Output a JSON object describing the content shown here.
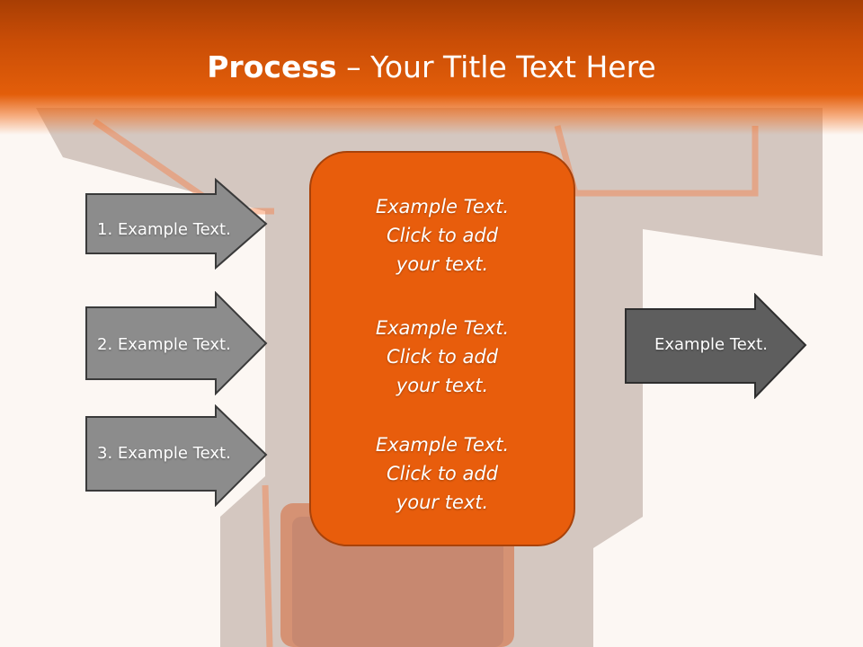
{
  "title": {
    "bold": "Process",
    "rest": " – Your Title Text Here"
  },
  "left_arrows": [
    {
      "label": "1. Example Text."
    },
    {
      "label": "2. Example Text."
    },
    {
      "label": "3. Example Text."
    }
  ],
  "center_blocks": [
    {
      "line1": "Example Text.",
      "line2": "Click  to add",
      "line3": "your text."
    },
    {
      "line1": "Example Text.",
      "line2": "Click  to add",
      "line3": "your text."
    },
    {
      "line1": "Example Text.",
      "line2": "Click  to add",
      "line3": "your text."
    }
  ],
  "right_arrow": {
    "label": "Example Text."
  },
  "colors": {
    "accent": "#e85d0c",
    "arrow_gray": "#8c8c8c",
    "arrow_dark": "#5e5e5e",
    "header": "#c94d06"
  }
}
